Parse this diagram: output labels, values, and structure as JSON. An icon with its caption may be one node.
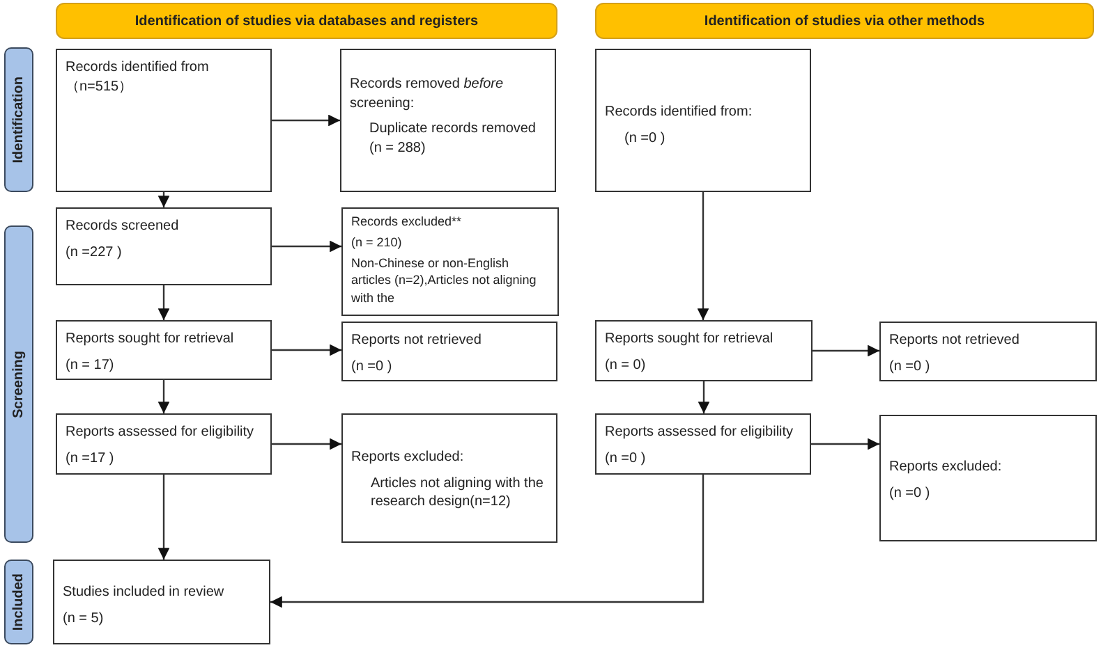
{
  "diagram": {
    "nodes": [
      {
        "text": [
          "Identification of studies via databases and registers"
        ]
      },
      {
        "text": [
          "Identification of studies via other methods"
        ]
      },
      {
        "text": [
          "Identification"
        ]
      },
      {
        "text": [
          "Screening"
        ]
      },
      {
        "text": [
          "Included"
        ]
      },
      {
        "text": [
          "Records identified from（n=515）"
        ]
      },
      {
        "text": [
          "Records removed *before* screening:",
          "Duplicate records removed (n = 288)"
        ]
      },
      {
        "text": [
          "Records identified from:",
          "(n =0 )"
        ]
      },
      {
        "text": [
          "Records screened",
          "(n =227 )"
        ]
      },
      {
        "text": [
          "Records excluded**",
          "(n = 210)",
          "Non-Chinese or non-English articles (n=2),Articles not aligning with the"
        ]
      },
      {
        "text": [
          "Reports sought for retrieval",
          "(n = 17)"
        ]
      },
      {
        "text": [
          "Reports not retrieved",
          "(n =0 )"
        ]
      },
      {
        "text": [
          "Reports assessed for eligibility",
          "(n =17 )"
        ]
      },
      {
        "text": [
          "Reports excluded:",
          "Articles not aligning with the research design(n=12)"
        ]
      },
      {
        "text": [
          "Studies included in review",
          "(n = 5)"
        ]
      },
      {
        "text": [
          "Reports sought for retrieval",
          "(n = 0)"
        ]
      },
      {
        "text": [
          "Reports not retrieved",
          "(n =0 )"
        ]
      },
      {
        "text": [
          "Reports assessed for eligibility",
          "(n =0 )"
        ]
      },
      {
        "text": [
          "Reports excluded:",
          "(n =0 )"
        ]
      }
    ],
    "edges": [
      {
        "from": 5,
        "to": 6,
        "arrow": "to"
      },
      {
        "from": 5,
        "to": 8,
        "arrow": "to"
      },
      {
        "from": 8,
        "to": 9,
        "arrow": "to"
      },
      {
        "from": 8,
        "to": 10,
        "arrow": "to"
      },
      {
        "from": 10,
        "to": 11,
        "arrow": "to"
      },
      {
        "from": 10,
        "to": 12,
        "arrow": "to"
      },
      {
        "from": 12,
        "to": 13,
        "arrow": "to"
      },
      {
        "from": 12,
        "to": 14,
        "arrow": "to"
      },
      {
        "from": 7,
        "to": 15,
        "arrow": "to"
      },
      {
        "from": 15,
        "to": 16,
        "arrow": "to"
      },
      {
        "from": 15,
        "to": 17,
        "arrow": "to"
      },
      {
        "from": 17,
        "to": 18,
        "arrow": "to"
      },
      {
        "from": 17,
        "to": 14,
        "arrow": "to"
      }
    ]
  }
}
